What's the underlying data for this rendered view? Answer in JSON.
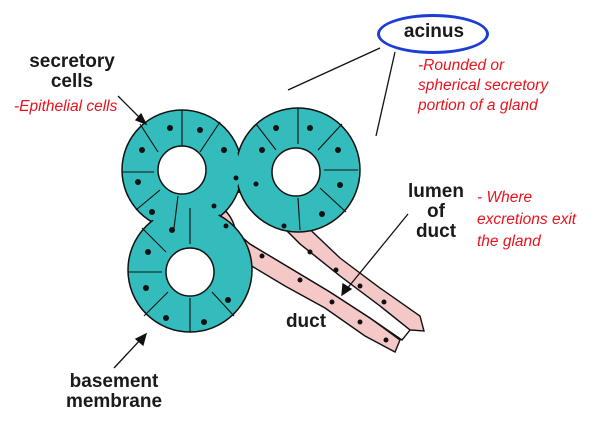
{
  "labels": {
    "acinus": "acinus",
    "secretory_cells_line1": "secretory",
    "secretory_cells_line2": "cells",
    "lumen_line1": "lumen",
    "lumen_line2": "of",
    "lumen_line3": "duct",
    "duct": "duct",
    "basement_line1": "basement",
    "basement_line2": "membrane"
  },
  "notes": {
    "acinus_line1": "-Rounded or",
    "acinus_line2": "spherical secretory",
    "acinus_line3": "portion of a gland",
    "secretory": "-Epithelial cells",
    "lumen_line1": "- Where",
    "lumen_line2": "excretions exit",
    "lumen_line3": "the gland"
  },
  "colors": {
    "epithelium": "#34bcbc",
    "duct_cells": "#f5c8c8",
    "outline": "#111111",
    "nucleus": "#111111",
    "note_text": "#e8131b",
    "highlight_oval": "#1c3cd6"
  }
}
